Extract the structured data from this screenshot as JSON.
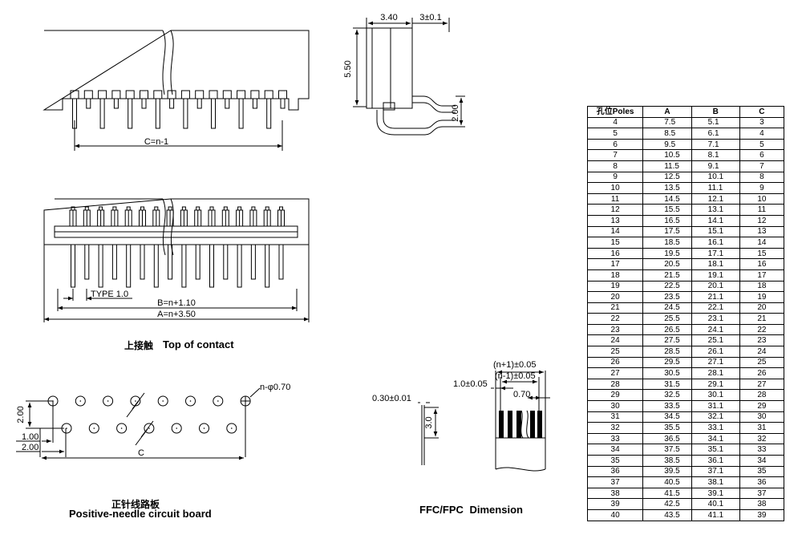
{
  "dims": {
    "c_eq": "C=n-1",
    "w340": "3.40",
    "w3": "3±0.1",
    "h550": "5.50",
    "h200": "2.00",
    "type": "TYPE 1.0",
    "b_eq": "B=n+1.10",
    "a_eq": "A=n+3.50",
    "hole": "n-φ0.70",
    "pcb_200": "2.00",
    "pcb_100": "1.00",
    "pcb_200b": "2.00",
    "pcb_c": "C",
    "t030": "0.30±0.01",
    "h30": "3.0",
    "n1": "(n+1)±0.05",
    "nm1": "(n-1)±0.05",
    "w10": "1.0±0.05",
    "w070": "0.70"
  },
  "captions": {
    "top_cn": "上接触",
    "top_en": "Top of contact",
    "pcb_cn": "正针线路板",
    "pcb_en": "Positive-needle circuit board",
    "ffc": "FFC/FPC  Dimension"
  },
  "table": {
    "headers": [
      "孔位Poles",
      "A",
      "B",
      "C"
    ],
    "rows": [
      [
        "4",
        "7.5",
        "5.1",
        "3"
      ],
      [
        "5",
        "8.5",
        "6.1",
        "4"
      ],
      [
        "6",
        "9.5",
        "7.1",
        "5"
      ],
      [
        "7",
        "10.5",
        "8.1",
        "6"
      ],
      [
        "8",
        "11.5",
        "9.1",
        "7"
      ],
      [
        "9",
        "12.5",
        "10.1",
        "8"
      ],
      [
        "10",
        "13.5",
        "11.1",
        "9"
      ],
      [
        "11",
        "14.5",
        "12.1",
        "10"
      ],
      [
        "12",
        "15.5",
        "13.1",
        "11"
      ],
      [
        "13",
        "16.5",
        "14.1",
        "12"
      ],
      [
        "14",
        "17.5",
        "15.1",
        "13"
      ],
      [
        "15",
        "18.5",
        "16.1",
        "14"
      ],
      [
        "16",
        "19.5",
        "17.1",
        "15"
      ],
      [
        "17",
        "20.5",
        "18.1",
        "16"
      ],
      [
        "18",
        "21.5",
        "19.1",
        "17"
      ],
      [
        "19",
        "22.5",
        "20.1",
        "18"
      ],
      [
        "20",
        "23.5",
        "21.1",
        "19"
      ],
      [
        "21",
        "24.5",
        "22.1",
        "20"
      ],
      [
        "22",
        "25.5",
        "23.1",
        "21"
      ],
      [
        "23",
        "26.5",
        "24.1",
        "22"
      ],
      [
        "24",
        "27.5",
        "25.1",
        "23"
      ],
      [
        "25",
        "28.5",
        "26.1",
        "24"
      ],
      [
        "26",
        "29.5",
        "27.1",
        "25"
      ],
      [
        "27",
        "30.5",
        "28.1",
        "26"
      ],
      [
        "28",
        "31.5",
        "29.1",
        "27"
      ],
      [
        "29",
        "32.5",
        "30.1",
        "28"
      ],
      [
        "30",
        "33.5",
        "31.1",
        "29"
      ],
      [
        "31",
        "34.5",
        "32.1",
        "30"
      ],
      [
        "32",
        "35.5",
        "33.1",
        "31"
      ],
      [
        "33",
        "36.5",
        "34.1",
        "32"
      ],
      [
        "34",
        "37.5",
        "35.1",
        "33"
      ],
      [
        "35",
        "38.5",
        "36.1",
        "34"
      ],
      [
        "36",
        "39.5",
        "37.1",
        "35"
      ],
      [
        "37",
        "40.5",
        "38.1",
        "36"
      ],
      [
        "38",
        "41.5",
        "39.1",
        "37"
      ],
      [
        "39",
        "42.5",
        "40.1",
        "38"
      ],
      [
        "40",
        "43.5",
        "41.1",
        "39"
      ]
    ]
  }
}
